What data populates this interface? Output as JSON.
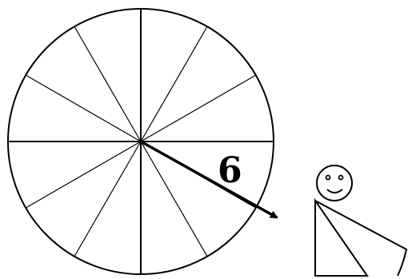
{
  "wheel": {
    "sector_count": 12,
    "pointer_label": "6",
    "pointer_direction": "lower-right"
  },
  "figure": {
    "description_icon": "smiley-stick-figure-icon"
  },
  "colors": {
    "stroke": "#000000",
    "background": "#ffffff"
  }
}
